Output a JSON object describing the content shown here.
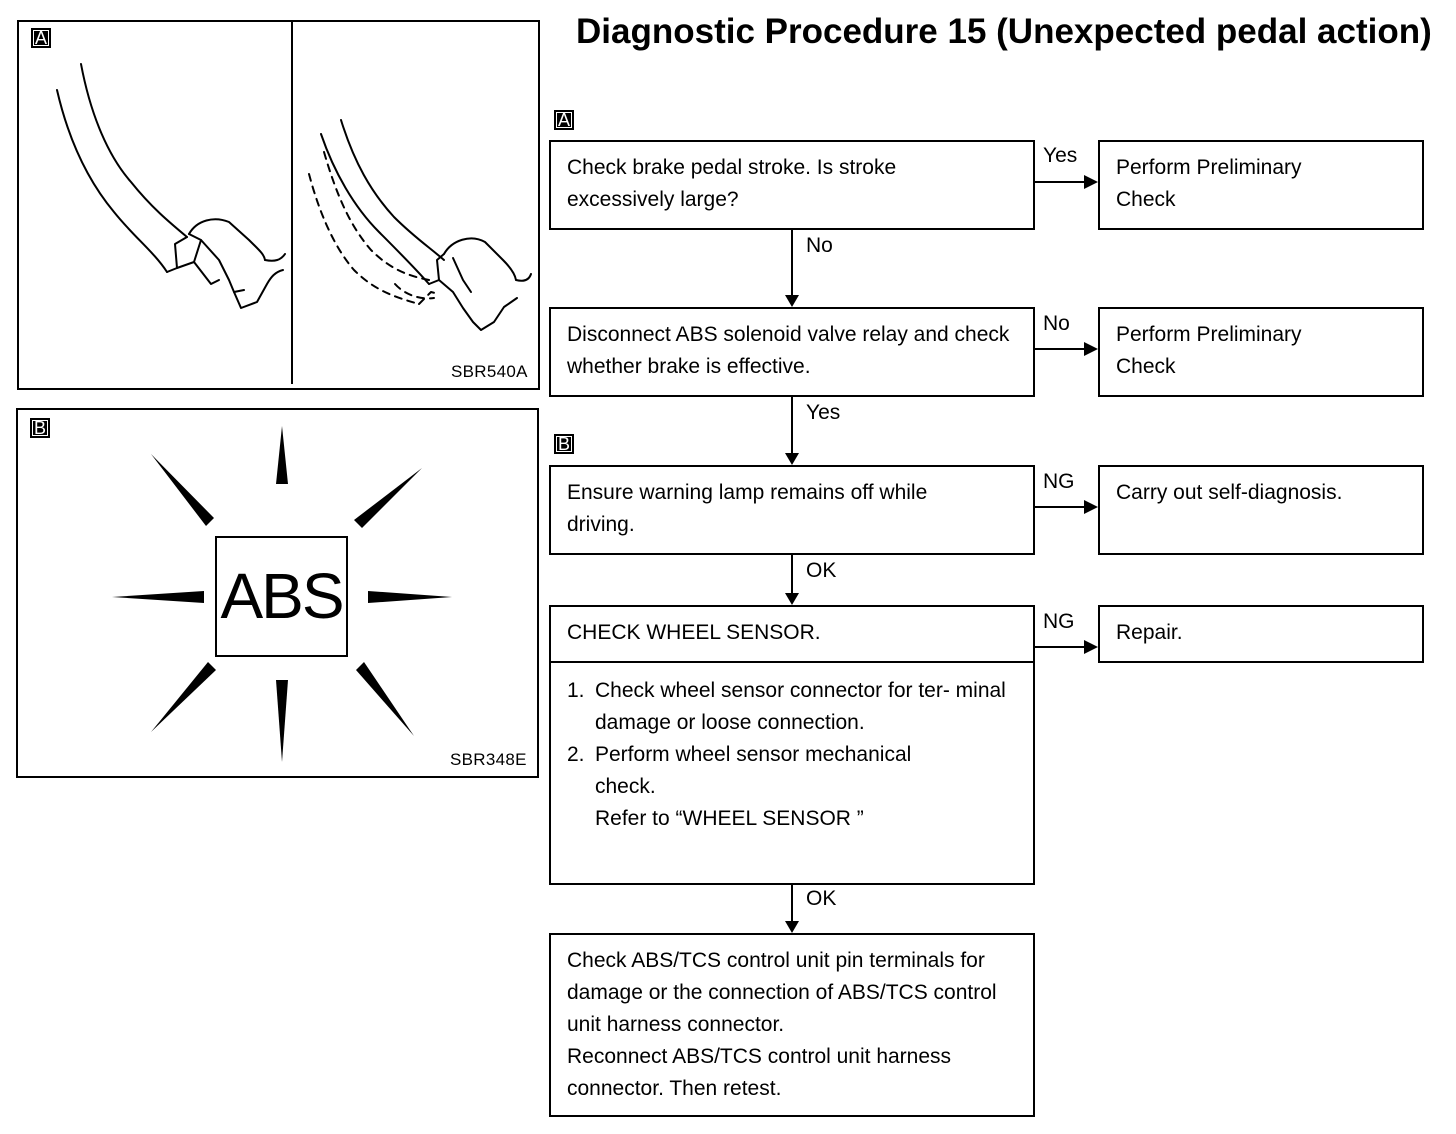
{
  "title": "Diagnostic Procedure 15 (Unexpected pedal action)",
  "figures": {
    "a": {
      "tag": "A",
      "code": "SBR540A"
    },
    "b": {
      "tag": "B",
      "code": "SBR348E",
      "lamp_text": "ABS"
    }
  },
  "flow_tags": {
    "a": "A",
    "b": "B"
  },
  "flow": {
    "step1": {
      "text": "Check brake pedal stroke. Is stroke excessively large?",
      "yes_label": "Yes",
      "yes_result": "Perform Preliminary Check",
      "no_label": "No"
    },
    "step2": {
      "text": "Disconnect ABS solenoid valve relay and check whether brake is effective.",
      "no_label": "No",
      "no_result": "Perform Preliminary Check",
      "yes_label": "Yes"
    },
    "step3": {
      "text": "Ensure warning lamp remains off while driving.",
      "ng_label": "NG",
      "ng_result": "Carry out self-diagnosis.",
      "ok_label": "OK"
    },
    "step4": {
      "header": "CHECK WHEEL SENSOR.",
      "items": [
        {
          "num": "1.",
          "text": "Check wheel sensor connector for ter- minal damage or loose connection."
        },
        {
          "num": "2.",
          "text": "Perform wheel sensor mechanical check."
        }
      ],
      "refer": "Refer to “WHEEL SENSOR ”",
      "ng_label": "NG",
      "ng_result": "Repair.",
      "ok_label": "OK"
    },
    "step5": {
      "line1": "Check ABS/TCS control unit pin terminals for damage or the connection of ABS/TCS control unit harness connector.",
      "line2": "Reconnect ABS/TCS control unit harness connector. Then retest."
    }
  }
}
